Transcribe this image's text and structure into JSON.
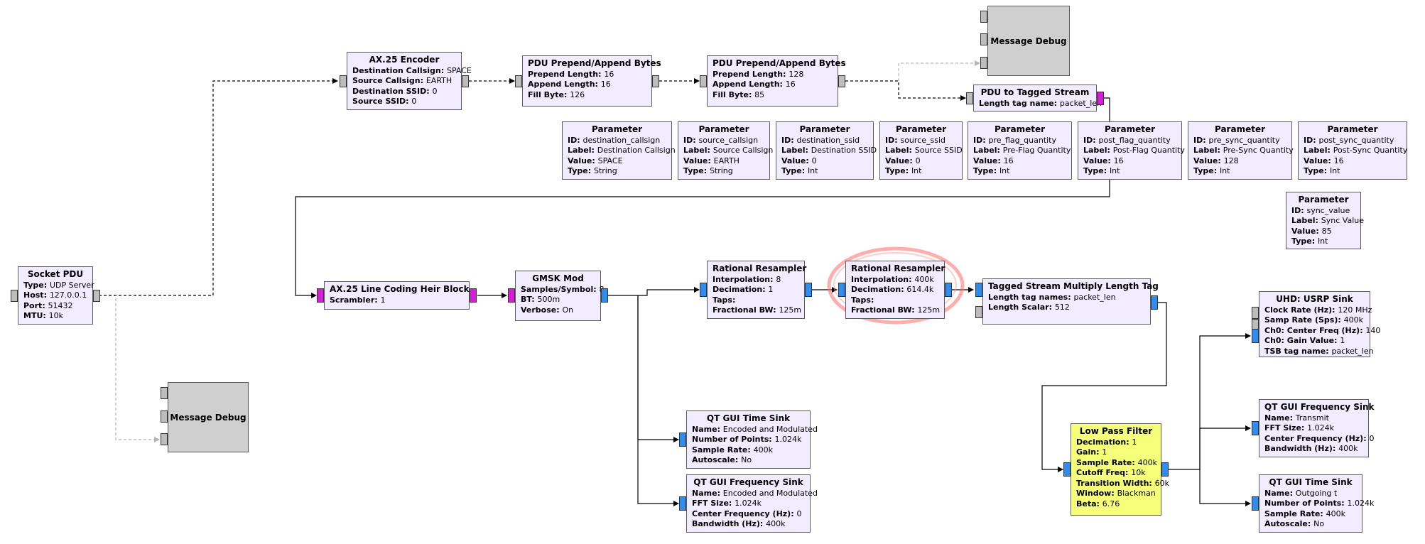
{
  "blocks": {
    "ax25_encoder": {
      "title": "AX.25 Encoder",
      "params": [
        {
          "k": "Destination Callsign",
          "v": "SPACE"
        },
        {
          "k": "Source Callsign",
          "v": "EARTH"
        },
        {
          "k": "Destination SSID",
          "v": "0"
        },
        {
          "k": "Source SSID",
          "v": "0"
        }
      ]
    },
    "pdu_prepend_1": {
      "title": "PDU Prepend/Append Bytes",
      "params": [
        {
          "k": "Prepend Length",
          "v": "16"
        },
        {
          "k": "Append Length",
          "v": "16"
        },
        {
          "k": "Fill Byte",
          "v": "126"
        }
      ]
    },
    "pdu_prepend_2": {
      "title": "PDU Prepend/Append Bytes",
      "params": [
        {
          "k": "Prepend Length",
          "v": "128"
        },
        {
          "k": "Append Length",
          "v": "16"
        },
        {
          "k": "Fill Byte",
          "v": "85"
        }
      ]
    },
    "message_debug_top": {
      "title": "Message Debug",
      "params": []
    },
    "pdu_to_tagged": {
      "title": "PDU to Tagged Stream",
      "params": [
        {
          "k": "Length tag name",
          "v": "packet_len"
        }
      ]
    },
    "param_dest_call": {
      "title": "Parameter",
      "params": [
        {
          "k": "ID",
          "v": "destination_callsign"
        },
        {
          "k": "Label",
          "v": "Destination Callsign"
        },
        {
          "k": "Value",
          "v": "SPACE"
        },
        {
          "k": "Type",
          "v": "String"
        }
      ]
    },
    "param_src_call": {
      "title": "Parameter",
      "params": [
        {
          "k": "ID",
          "v": "source_callsign"
        },
        {
          "k": "Label",
          "v": "Source Callsign"
        },
        {
          "k": "Value",
          "v": "EARTH"
        },
        {
          "k": "Type",
          "v": "String"
        }
      ]
    },
    "param_dest_ssid": {
      "title": "Parameter",
      "params": [
        {
          "k": "ID",
          "v": "destination_ssid"
        },
        {
          "k": "Label",
          "v": "Destination SSID"
        },
        {
          "k": "Value",
          "v": "0"
        },
        {
          "k": "Type",
          "v": "Int"
        }
      ]
    },
    "param_src_ssid": {
      "title": "Parameter",
      "params": [
        {
          "k": "ID",
          "v": "source_ssid"
        },
        {
          "k": "Label",
          "v": "Source SSID"
        },
        {
          "k": "Value",
          "v": "0"
        },
        {
          "k": "Type",
          "v": "Int"
        }
      ]
    },
    "param_pre_flag": {
      "title": "Parameter",
      "params": [
        {
          "k": "ID",
          "v": "pre_flag_quantity"
        },
        {
          "k": "Label",
          "v": "Pre-Flag Quantity"
        },
        {
          "k": "Value",
          "v": "16"
        },
        {
          "k": "Type",
          "v": "Int"
        }
      ]
    },
    "param_post_flag": {
      "title": "Parameter",
      "params": [
        {
          "k": "ID",
          "v": "post_flag_quantity"
        },
        {
          "k": "Label",
          "v": "Post-Flag Quantity"
        },
        {
          "k": "Value",
          "v": "16"
        },
        {
          "k": "Type",
          "v": "Int"
        }
      ]
    },
    "param_pre_sync": {
      "title": "Parameter",
      "params": [
        {
          "k": "ID",
          "v": "pre_sync_quantity"
        },
        {
          "k": "Label",
          "v": "Pre-Sync Quantity"
        },
        {
          "k": "Value",
          "v": "128"
        },
        {
          "k": "Type",
          "v": "Int"
        }
      ]
    },
    "param_post_sync": {
      "title": "Parameter",
      "params": [
        {
          "k": "ID",
          "v": "post_sync_quantity"
        },
        {
          "k": "Label",
          "v": "Post-Sync Quantity"
        },
        {
          "k": "Value",
          "v": "16"
        },
        {
          "k": "Type",
          "v": "Int"
        }
      ]
    },
    "param_sync_value": {
      "title": "Parameter",
      "params": [
        {
          "k": "ID",
          "v": "sync_value"
        },
        {
          "k": "Label",
          "v": "Sync Value"
        },
        {
          "k": "Value",
          "v": "85"
        },
        {
          "k": "Type",
          "v": "Int"
        }
      ]
    },
    "socket_pdu": {
      "title": "Socket PDU",
      "params": [
        {
          "k": "Type",
          "v": "UDP Server"
        },
        {
          "k": "Host",
          "v": "127.0.0.1"
        },
        {
          "k": "Port",
          "v": "51432"
        },
        {
          "k": "MTU",
          "v": "10k"
        }
      ]
    },
    "message_debug_bottom": {
      "title": "Message Debug",
      "params": []
    },
    "ax25_line_coding": {
      "title": "AX.25 Line Coding Heir Block",
      "params": [
        {
          "k": "Scrambler",
          "v": "1"
        }
      ]
    },
    "gmsk_mod": {
      "title": "GMSK Mod",
      "params": [
        {
          "k": "Samples/Symbol",
          "v": "8"
        },
        {
          "k": "BT",
          "v": "500m"
        },
        {
          "k": "Verbose",
          "v": "On"
        }
      ]
    },
    "rational_resampler_1": {
      "title": "Rational Resampler",
      "params": [
        {
          "k": "Interpolation",
          "v": "8"
        },
        {
          "k": "Decimation",
          "v": "1"
        },
        {
          "k": "Taps",
          "v": ""
        },
        {
          "k": "Fractional BW",
          "v": "125m"
        }
      ]
    },
    "rational_resampler_2": {
      "title": "Rational Resampler",
      "params": [
        {
          "k": "Interpolation",
          "v": "400k"
        },
        {
          "k": "Decimation",
          "v": "614.4k"
        },
        {
          "k": "Taps",
          "v": ""
        },
        {
          "k": "Fractional BW",
          "v": "125m"
        }
      ]
    },
    "tagged_stream_mult": {
      "title": "Tagged Stream Multiply Length Tag",
      "params": [
        {
          "k": "Length tag names",
          "v": "packet_len"
        },
        {
          "k": "Length Scalar",
          "v": "512"
        }
      ]
    },
    "uhd_usrp_sink": {
      "title": "UHD: USRP Sink",
      "params": [
        {
          "k": "Clock Rate (Hz)",
          "v": "120 MHz"
        },
        {
          "k": "Samp Rate (Sps)",
          "v": "400k"
        },
        {
          "k": "Ch0: Center Freq (Hz)",
          "v": "140"
        },
        {
          "k": "Ch0: Gain Value",
          "v": "1"
        },
        {
          "k": "TSB tag name",
          "v": "packet_len"
        }
      ]
    },
    "qt_time_sink_1": {
      "title": "QT GUI Time Sink",
      "params": [
        {
          "k": "Name",
          "v": "Encoded and Modulated"
        },
        {
          "k": "Number of Points",
          "v": "1.024k"
        },
        {
          "k": "Sample Rate",
          "v": "400k"
        },
        {
          "k": "Autoscale",
          "v": "No"
        }
      ]
    },
    "qt_freq_sink_1": {
      "title": "QT GUI Frequency Sink",
      "params": [
        {
          "k": "Name",
          "v": "Encoded and Modulated"
        },
        {
          "k": "FFT Size",
          "v": "1.024k"
        },
        {
          "k": "Center Frequency (Hz)",
          "v": "0"
        },
        {
          "k": "Bandwidth (Hz)",
          "v": "400k"
        }
      ]
    },
    "low_pass_filter": {
      "title": "Low Pass Filter",
      "params": [
        {
          "k": "Decimation",
          "v": "1"
        },
        {
          "k": "Gain",
          "v": "1"
        },
        {
          "k": "Sample Rate",
          "v": "400k"
        },
        {
          "k": "Cutoff Freq",
          "v": "10k"
        },
        {
          "k": "Transition Width",
          "v": "60k"
        },
        {
          "k": "Window",
          "v": "Blackman"
        },
        {
          "k": "Beta",
          "v": "6.76"
        }
      ]
    },
    "qt_freq_sink_2": {
      "title": "QT GUI Frequency Sink",
      "params": [
        {
          "k": "Name",
          "v": "Transmit"
        },
        {
          "k": "FFT Size",
          "v": "1.024k"
        },
        {
          "k": "Center Frequency (Hz)",
          "v": "0"
        },
        {
          "k": "Bandwidth (Hz)",
          "v": "400k"
        }
      ]
    },
    "qt_time_sink_2": {
      "title": "QT GUI Time Sink",
      "params": [
        {
          "k": "Name",
          "v": "Outgoing t"
        },
        {
          "k": "Number of Points",
          "v": "1.024k"
        },
        {
          "k": "Sample Rate",
          "v": "400k"
        },
        {
          "k": "Autoscale",
          "v": "No"
        }
      ]
    }
  },
  "colors": {
    "block_fill": "#f1ecff",
    "debug_fill": "#cfcfcf",
    "filter_fill": "#f6ff7a",
    "port_message": "#bdbdbd",
    "port_complex": "#2f8cf0",
    "port_byte": "#d51ed5",
    "wire": "#000000",
    "wire_disabled": "#b4b4b4",
    "highlight": "#ff6b6b"
  }
}
